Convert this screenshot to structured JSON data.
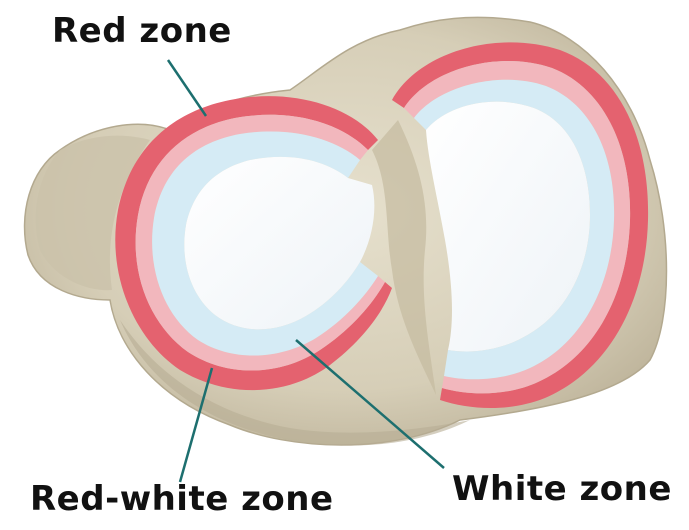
{
  "labels": {
    "red_zone": "Red zone",
    "red_white_zone": "Red-white zone",
    "white_zone": "White zone"
  },
  "colors": {
    "bone": "#d9d2bd",
    "bone_shadow": "#b9b09a",
    "meniscus_red": "#e46a76",
    "meniscus_red_light": "#f3b9bf",
    "meniscus_white": "#d8ecf5",
    "meniscus_inner": "#f4fafd",
    "leader_line": "#1d6f6f",
    "text": "#111111"
  }
}
